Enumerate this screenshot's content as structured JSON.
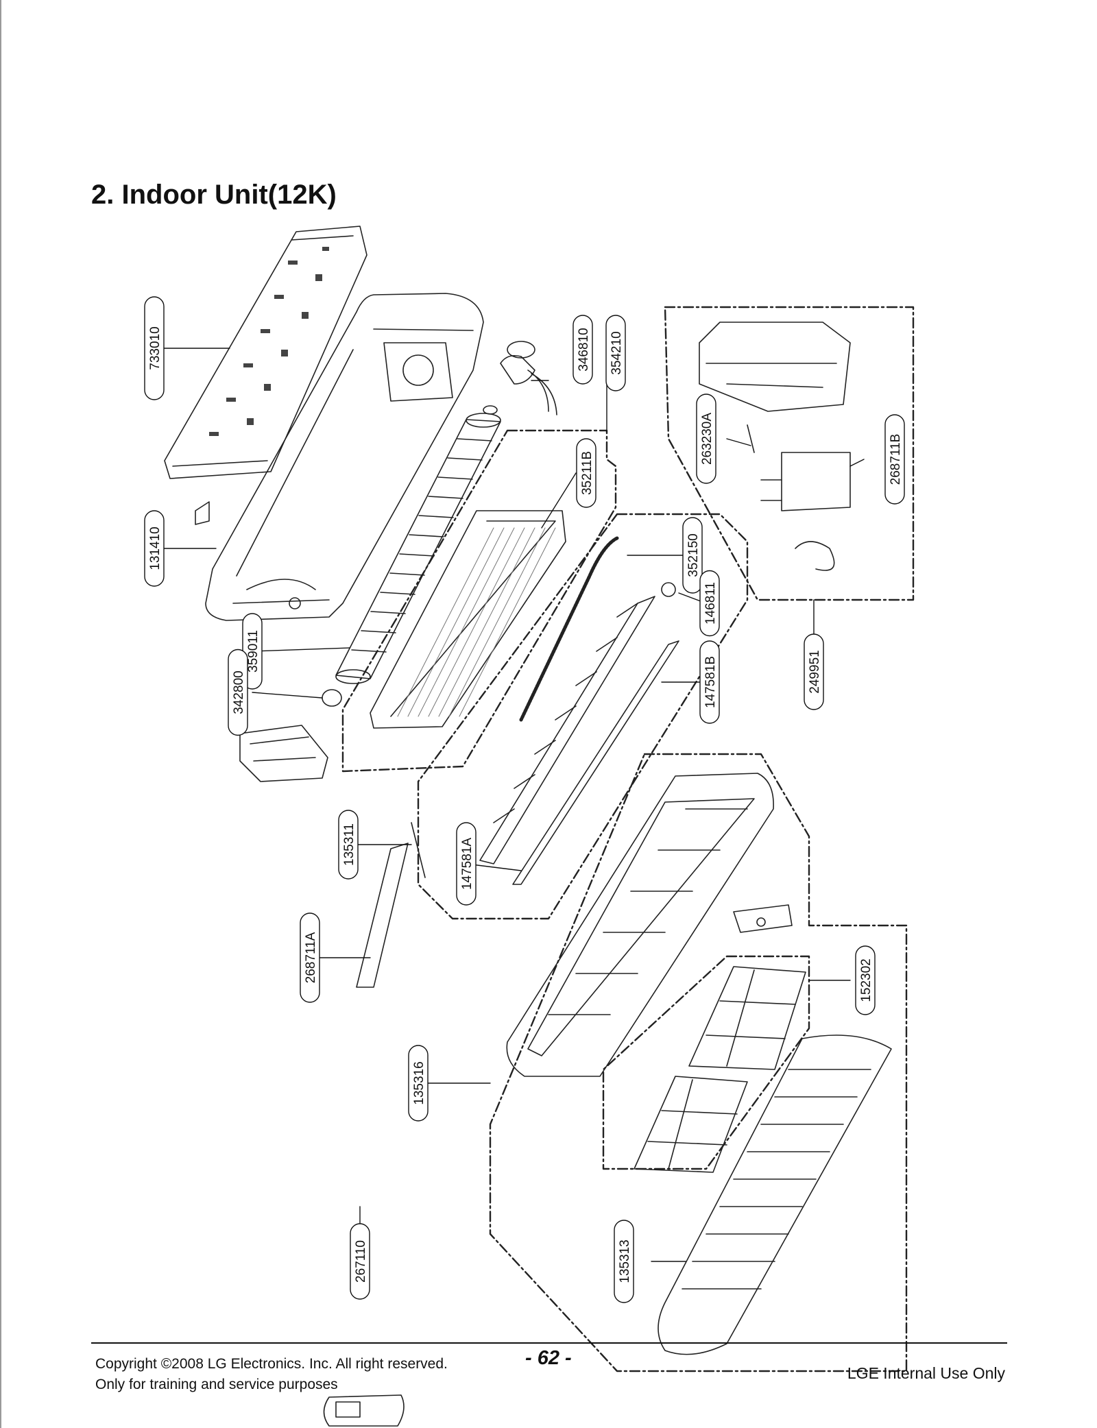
{
  "title": "2. Indoor Unit(12K)",
  "parts": [
    {
      "id": "p733010",
      "code": "733010"
    },
    {
      "id": "p131410",
      "code": "131410"
    },
    {
      "id": "p359011",
      "code": "359011"
    },
    {
      "id": "p342800",
      "code": "342800"
    },
    {
      "id": "p346810",
      "code": "346810"
    },
    {
      "id": "p354210",
      "code": "354210"
    },
    {
      "id": "p35211B",
      "code": "35211B"
    },
    {
      "id": "p352150",
      "code": "352150"
    },
    {
      "id": "p146811",
      "code": "146811"
    },
    {
      "id": "p147581B",
      "code": "147581B"
    },
    {
      "id": "p147581A",
      "code": "147581A"
    },
    {
      "id": "p135311",
      "code": "135311"
    },
    {
      "id": "p268711A",
      "code": "268711A"
    },
    {
      "id": "p263230A",
      "code": "263230A"
    },
    {
      "id": "p268711B",
      "code": "268711B"
    },
    {
      "id": "p249951",
      "code": "249951"
    },
    {
      "id": "p152302",
      "code": "152302"
    },
    {
      "id": "p135316",
      "code": "135316"
    },
    {
      "id": "p135313",
      "code": "135313"
    },
    {
      "id": "p267110",
      "code": "267110"
    }
  ],
  "footer": {
    "copyright": "Copyright ©2008 LG Electronics. Inc. All right reserved.",
    "purpose": "Only for training and service purposes",
    "page_number": "- 62 -",
    "internal": "LGE Internal Use Only"
  }
}
